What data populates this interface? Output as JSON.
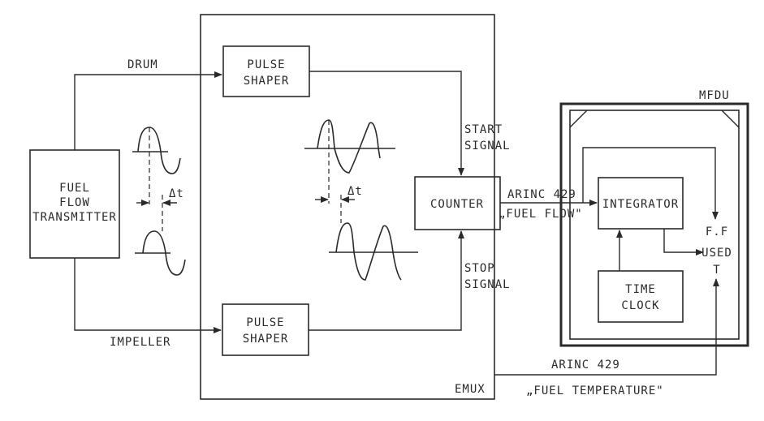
{
  "blocks": {
    "transmitter": [
      "FUEL",
      "FLOW",
      "TRANSMITTER"
    ],
    "pulse_shaper_top": [
      "PULSE",
      "SHAPER"
    ],
    "pulse_shaper_bottom": [
      "PULSE",
      "SHAPER"
    ],
    "counter": "COUNTER",
    "integrator": "INTEGRATOR",
    "time_clock": [
      "TIME",
      "CLOCK"
    ]
  },
  "units": {
    "emux": "EMUX",
    "mfdu": "MFDU"
  },
  "signals": {
    "drum": "DRUM",
    "impeller": "IMPELLER",
    "start_signal": [
      "START",
      "SIGNAL"
    ],
    "stop_signal": [
      "STOP",
      "SIGNAL"
    ],
    "arinc_fuel_flow": [
      "ARINC 429",
      "„FUEL FLOW\""
    ],
    "arinc_fuel_temp": [
      "ARINC 429",
      "„FUEL TEMPERATURE\""
    ]
  },
  "display": [
    "F.F",
    "USED",
    "T"
  ],
  "waveforms": {
    "delta_t_left": "Δt",
    "delta_t_right": "Δt"
  }
}
